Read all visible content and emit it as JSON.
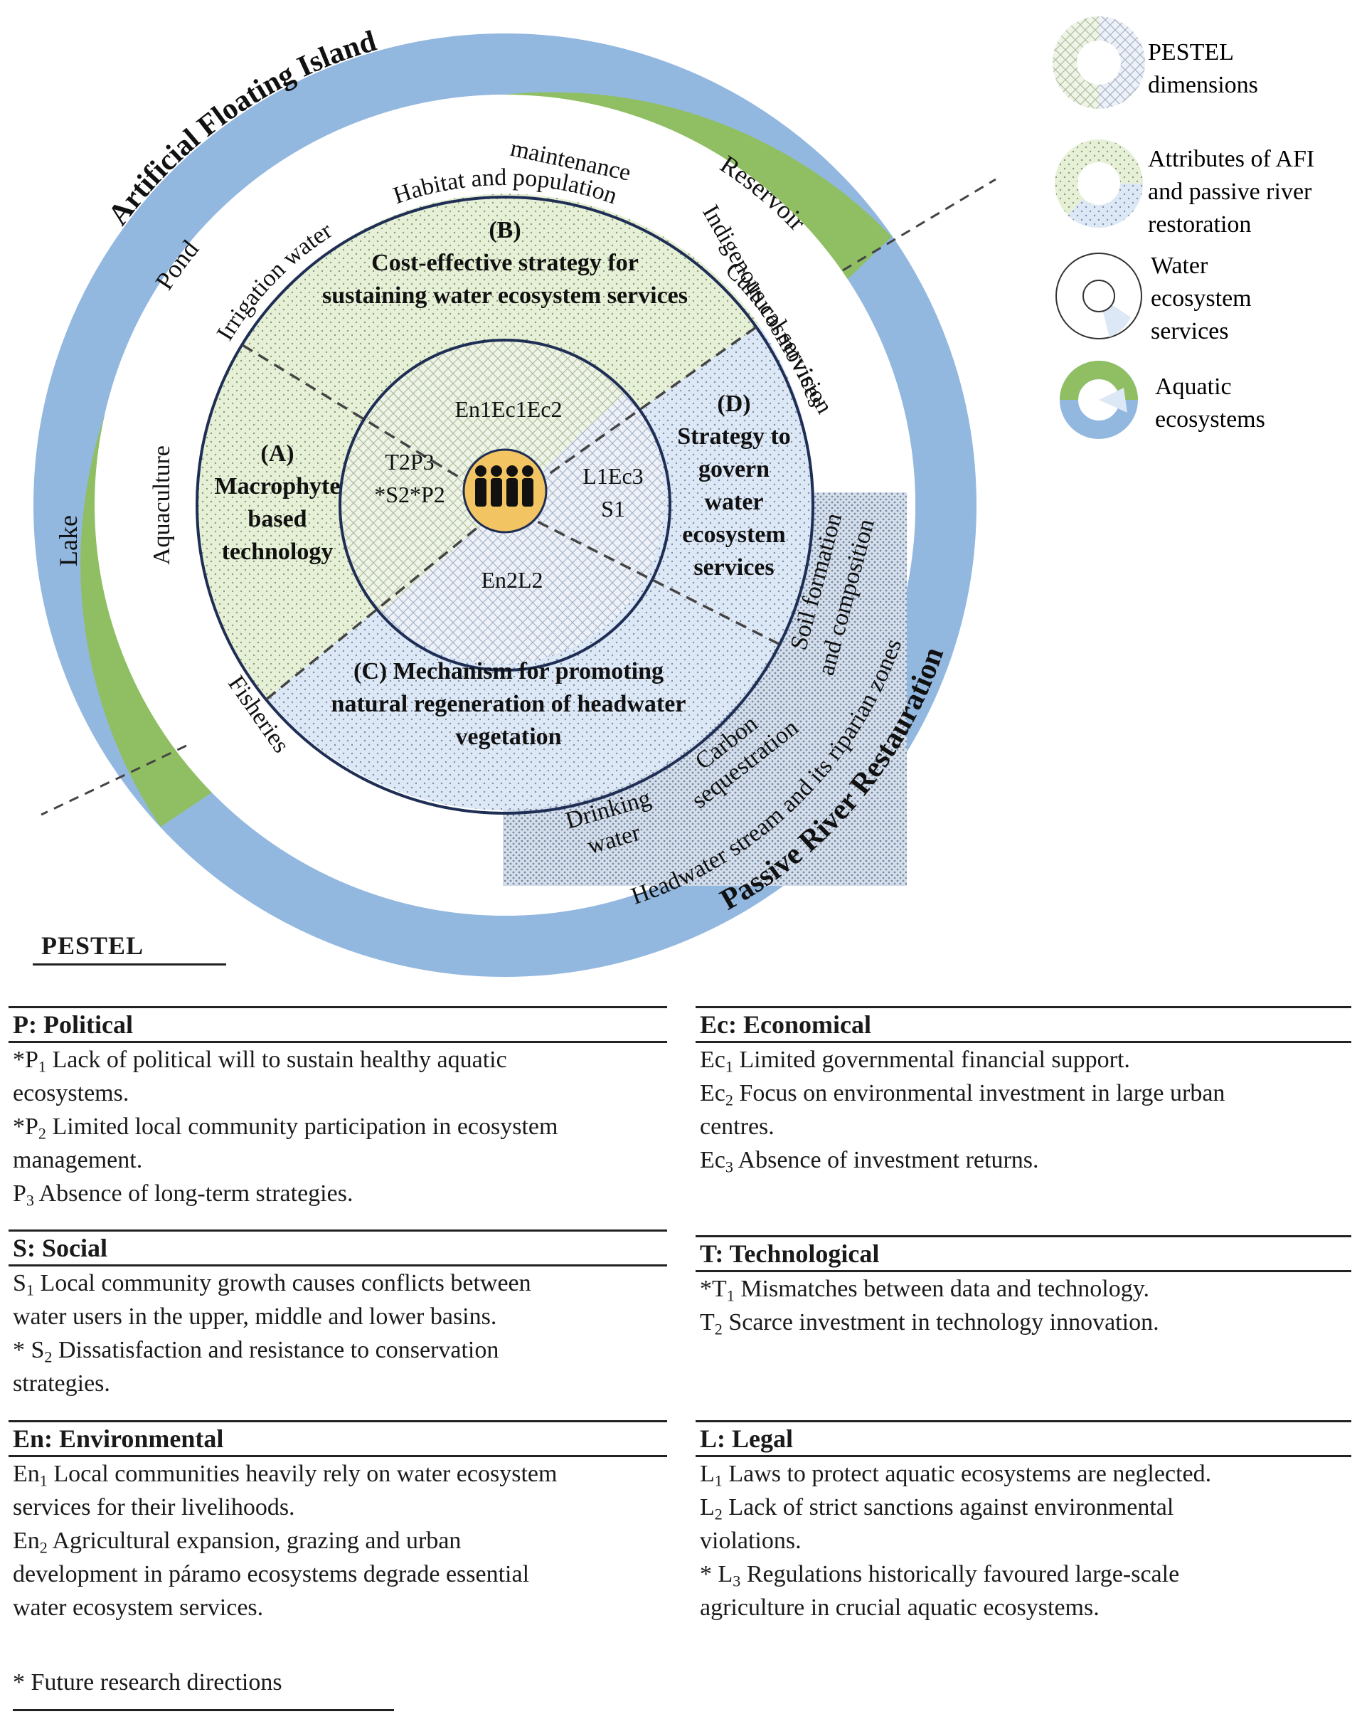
{
  "colors": {
    "green": "#8fbf62",
    "blue": "#93b8e0",
    "light_green": "#e6f0d6",
    "light_blue": "#dde8f6",
    "hatch_blue": "#c9d6e8",
    "person": "#f3c462",
    "navy": "#1f2e55"
  },
  "ring_labels": {
    "afi": "Artificial Floating Island",
    "prr": "Passive River Restauration",
    "pond": "Pond",
    "reservoir": "Reservoir",
    "lake": "Lake",
    "headwater": "Headwater stream and its riparian zones"
  },
  "services": {
    "habitat_1": "Habitat and population",
    "habitat_2": "maintenance",
    "irrigation": "Irrigation water",
    "aquaculture": "Aquaculture",
    "fisheries": "Fisheries",
    "cultural": "Cultural services",
    "indigenous": "Indigenous cosmovision",
    "soil_1": "Soil formation",
    "soil_2": "and composition",
    "carbon_1": "Carbon",
    "carbon_2": "sequestration",
    "drinking_1": "Drinking",
    "drinking_2": "water"
  },
  "quadrants": {
    "a": [
      "(A)",
      "Macrophyte",
      "based",
      "technology"
    ],
    "b": [
      "(B)",
      "Cost-effective strategy for",
      "sustaining water ecosystem services"
    ],
    "c": [
      "(C) Mechanism for promoting",
      "natural regeneration of headwater",
      "vegetation"
    ],
    "d": [
      "(D)",
      "Strategy to",
      "govern",
      "water",
      "ecosystem",
      "services"
    ]
  },
  "center_codes": {
    "top": "En1Ec1Ec2",
    "left_1": "T2P3",
    "left_2": "*S2*P2",
    "right_1": "L1Ec3",
    "right_2": "S1",
    "bottom": "En2L2"
  },
  "legend": {
    "pestel": [
      "PESTEL",
      "dimensions"
    ],
    "attributes": [
      "Attributes of AFI",
      "and passive river",
      "restoration"
    ],
    "water": [
      "Water",
      "ecosystem",
      "services"
    ],
    "aquatic": [
      "Aquatic",
      "ecosystems"
    ]
  },
  "pestel_title": "PESTEL",
  "blocks": {
    "political": {
      "heading": "P: Political",
      "items": [
        "*P1 Lack of political will to sustain healthy aquatic",
        "ecosystems.",
        "*P2 Limited local community participation in ecosystem",
        "management.",
        "P3 Absence of long-term strategies."
      ]
    },
    "economical": {
      "heading": "Ec: Economical",
      "items": [
        "Ec1 Limited governmental financial support.",
        "Ec2 Focus on environmental investment in large urban",
        "centres.",
        "Ec3 Absence of investment returns."
      ]
    },
    "social": {
      "heading": "S: Social",
      "items": [
        "S1 Local community growth causes conflicts between",
        "water users in the upper, middle and lower basins.",
        "* S2 Dissatisfaction and resistance to conservation",
        "strategies."
      ]
    },
    "technological": {
      "heading": "T: Technological",
      "items": [
        "*T1 Mismatches between data and technology.",
        "T2 Scarce investment in technology innovation."
      ]
    },
    "environmental": {
      "heading": "En: Environmental",
      "items": [
        "En1 Local communities heavily rely on water ecosystem",
        "services for their livelihoods.",
        "En2 Agricultural expansion, grazing and urban",
        "development in páramo ecosystems degrade essential",
        "water ecosystem services."
      ]
    },
    "legal": {
      "heading": "L: Legal",
      "items": [
        "L1 Laws to protect aquatic ecosystems are neglected.",
        "L2 Lack of strict sanctions against environmental",
        "violations.",
        "* L3 Regulations historically favoured large-scale",
        "agriculture in crucial aquatic ecosystems."
      ]
    }
  },
  "footnote": "* Future research directions"
}
